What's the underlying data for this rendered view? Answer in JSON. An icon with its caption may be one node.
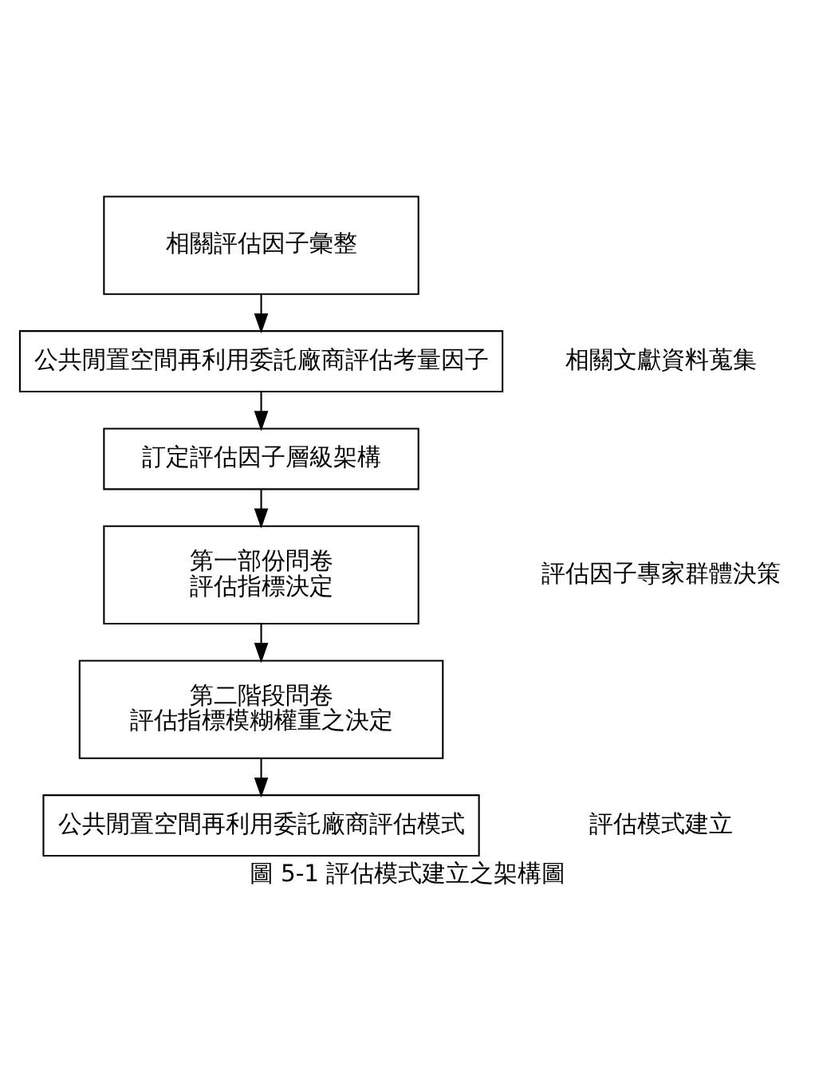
{
  "diagram": {
    "caption": "圖 5-1 評估模式建立之架構圖",
    "nodes": [
      {
        "text": [
          "相關評估因子彙整"
        ]
      },
      {
        "text": [
          "公共閒置空間再利用委託廠商評估考量因子"
        ]
      },
      {
        "text": [
          "訂定評估因子層級架構"
        ]
      },
      {
        "text": [
          "第一部份問卷",
          "評估指標決定"
        ]
      },
      {
        "text": [
          "第二階段問卷",
          "評估指標模糊權重之決定"
        ]
      },
      {
        "text": [
          "公共閒置空間再利用委託廠商評估模式"
        ]
      }
    ],
    "edges": [
      {
        "from": 0,
        "to": 1,
        "arrow": "to"
      },
      {
        "from": 1,
        "to": 2,
        "arrow": "to"
      },
      {
        "from": 2,
        "to": 3,
        "arrow": "to"
      },
      {
        "from": 3,
        "to": 4,
        "arrow": "to"
      },
      {
        "from": 4,
        "to": 5,
        "arrow": "to"
      }
    ],
    "labels": [
      "相關文獻資料蒐集",
      "評估因子專家群體決策",
      "評估模式建立"
    ]
  }
}
